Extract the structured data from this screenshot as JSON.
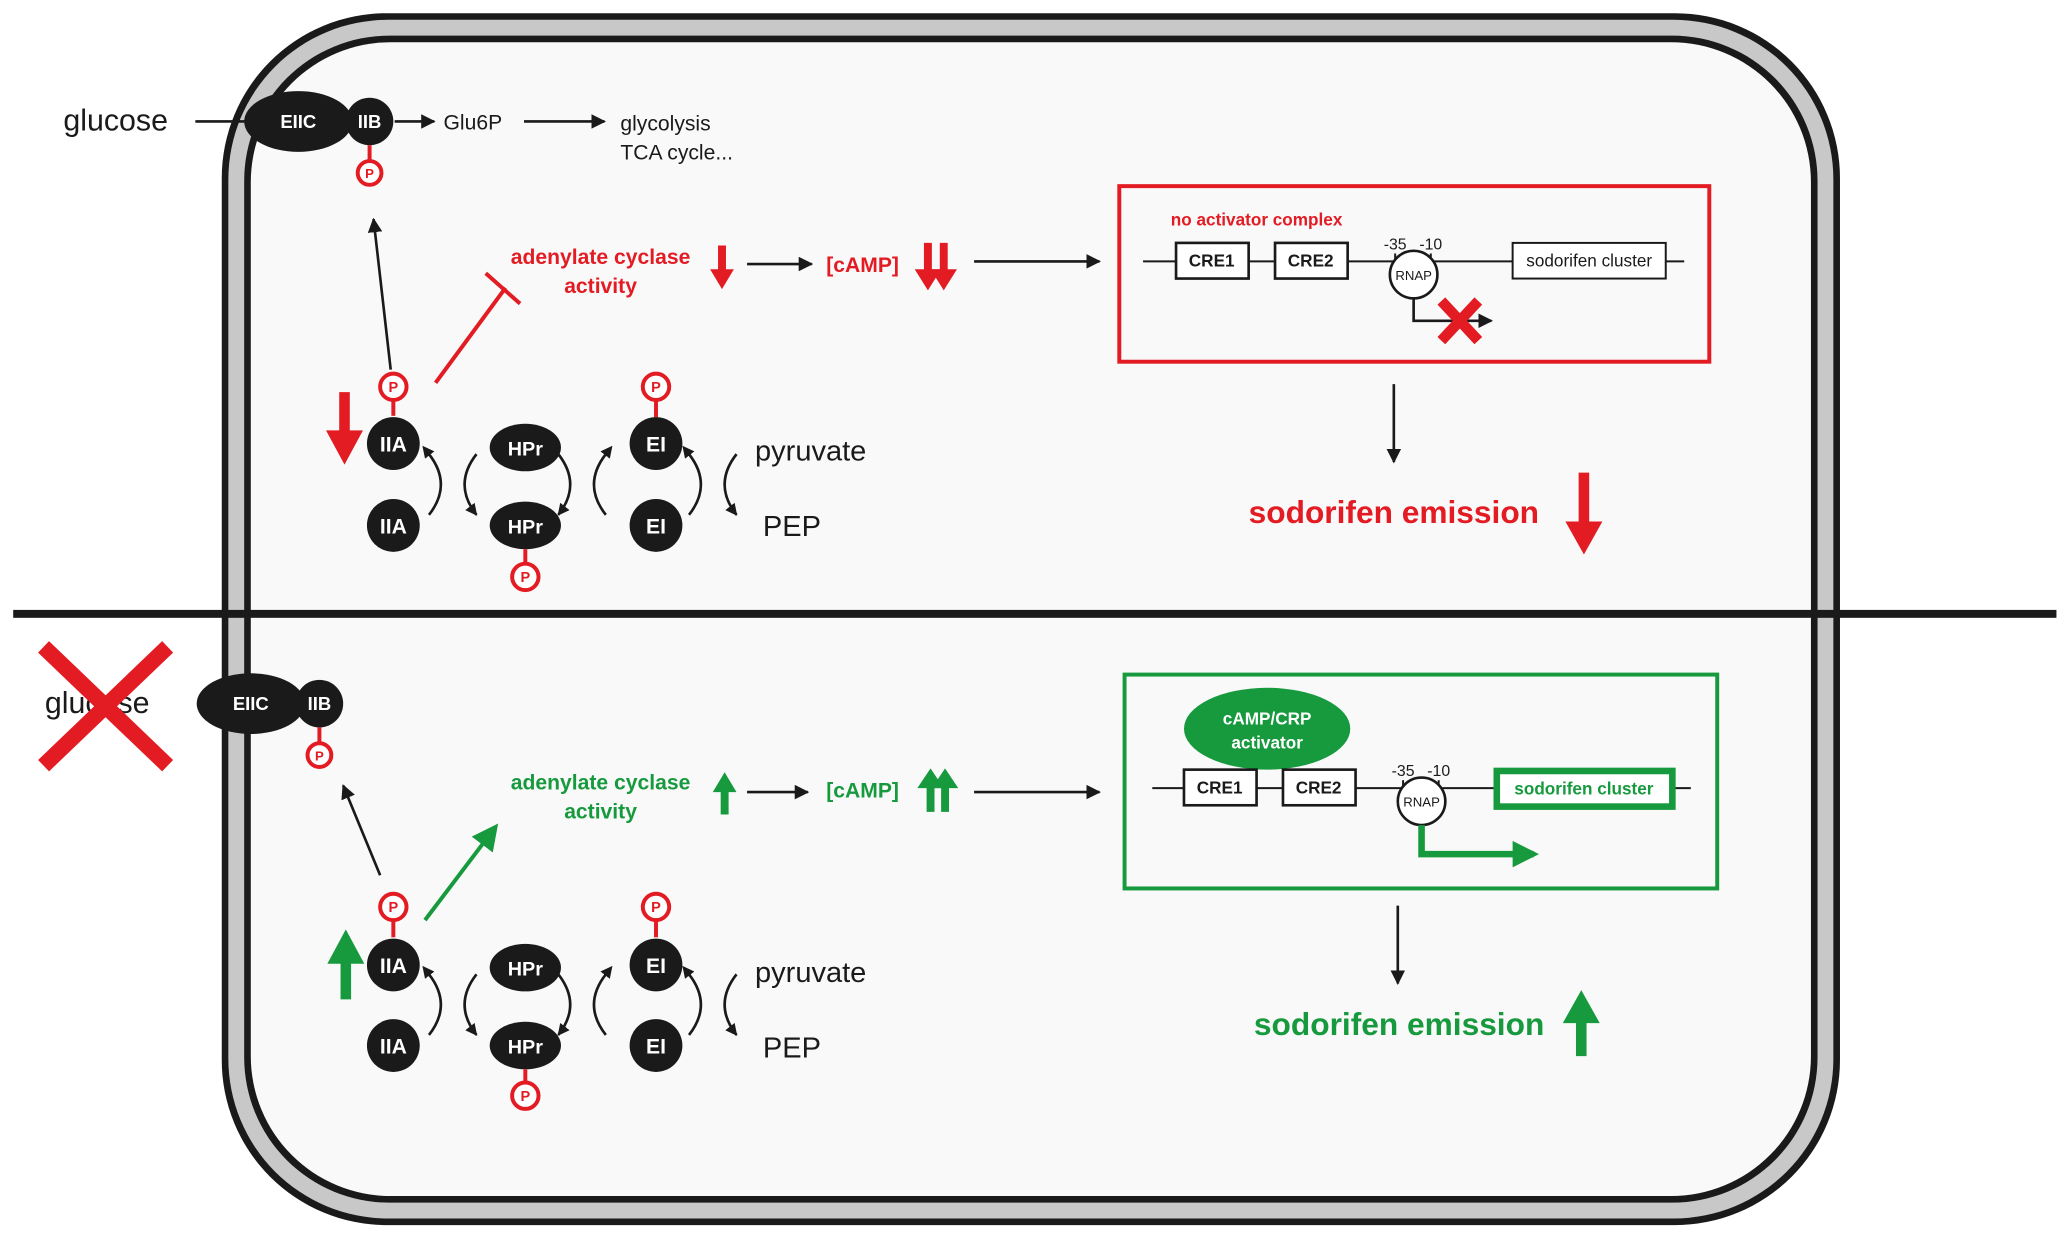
{
  "colors": {
    "red": "#e31b23",
    "green": "#179a3e",
    "black": "#1a1a1a",
    "membrane": "#c8c8c8",
    "cell_fill": "#f9f9f9"
  },
  "top": {
    "glucose": "glucose",
    "eiic": "EIIC",
    "iib": "IIB",
    "p": "P",
    "glu6p": "Glu6P",
    "glycolysis_line1": "glycolysis",
    "glycolysis_line2": "TCA cycle...",
    "ac_line1": "adenylate cyclase",
    "ac_line2": "activity",
    "camp": "[cAMP]",
    "box_title": "no activator complex",
    "cre1": "CRE1",
    "cre2": "CRE2",
    "m35": "-35",
    "m10": "-10",
    "rnap": "RNAP",
    "cluster": "sodorifen cluster",
    "iia": "IIA",
    "hpr": "HPr",
    "ei": "EI",
    "pyruvate": "pyruvate",
    "pep": "PEP",
    "emission": "sodorifen emission"
  },
  "bottom": {
    "glucose": "glucose",
    "eiic": "EIIC",
    "iib": "IIB",
    "p": "P",
    "ac_line1": "adenylate cyclase",
    "ac_line2": "activity",
    "camp": "[cAMP]",
    "activator_line1": "cAMP/CRP",
    "activator_line2": "activator",
    "cre1": "CRE1",
    "cre2": "CRE2",
    "m35": "-35",
    "m10": "-10",
    "rnap": "RNAP",
    "cluster": "sodorifen cluster",
    "iia": "IIA",
    "hpr": "HPr",
    "ei": "EI",
    "pyruvate": "pyruvate",
    "pep": "PEP",
    "emission": "sodorifen emission"
  }
}
